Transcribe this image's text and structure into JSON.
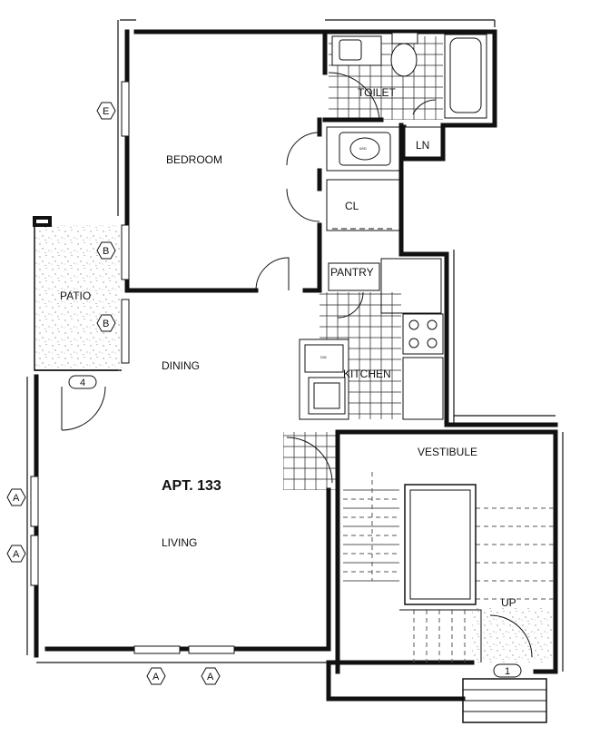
{
  "rooms": {
    "toilet": "TOILET",
    "ln": "LN",
    "bedroom": "BEDROOM",
    "cl": "CL",
    "patio": "PATIO",
    "pantry": "PANTRY",
    "dining": "DINING",
    "kitchen": "KITCHEN",
    "vestibule": "VESTIBULE",
    "living": "LIVING",
    "up": "UP"
  },
  "apartment": {
    "title": "APT. 133"
  },
  "fixtures": {
    "washer_dryer": "W/D",
    "dishwasher": "DW"
  },
  "window_tags": {
    "e": "E",
    "b_upper": "B",
    "b_lower": "B",
    "a_left_upper": "A",
    "a_left_lower": "A",
    "a_bottom_left": "A",
    "a_bottom_right": "A"
  },
  "callouts": {
    "patio_number": "4",
    "stair_number": "1"
  },
  "colors": {
    "wall": "#111111",
    "tile": "#333333",
    "dashed": "#555555",
    "speckle": "#666666"
  }
}
